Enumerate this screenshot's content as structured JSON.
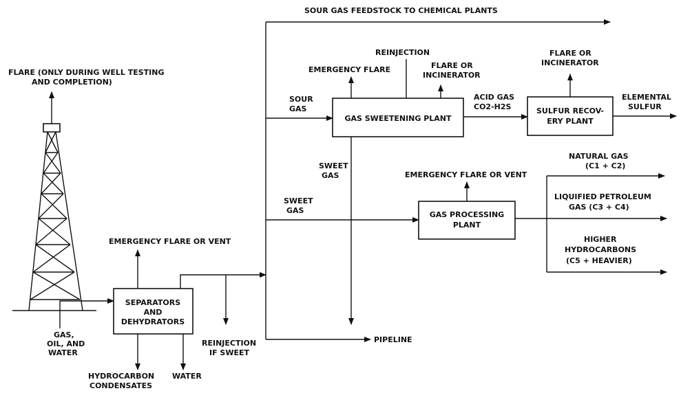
{
  "labels": {
    "sour_gas_feedstock": "SOUR GAS FEEDSTOCK TO CHEMICAL PLANTS",
    "flare_well_1": "FLARE (ONLY DURING WELL TESTING",
    "flare_well_2": "AND COMPLETION)",
    "reinjection_top": "REINJECTION",
    "emergency_flare": "EMERGENCY FLARE",
    "flare_incin_a_1": "FLARE OR",
    "flare_incin_a_2": "INCINERATOR",
    "flare_incin_b_1": "FLARE OR",
    "flare_incin_b_2": "INCINERATOR",
    "sour_gas_1": "SOUR",
    "sour_gas_2": "GAS",
    "acid_gas_1": "ACID GAS",
    "acid_gas_2": "CO2-H2S",
    "elemental_1": "ELEMENTAL",
    "elemental_2": "SULFUR",
    "natural_gas_1": "NATURAL GAS",
    "natural_gas_2": "(C1 + C2)",
    "sweet_gas_v_1": "SWEET",
    "sweet_gas_v_2": "GAS",
    "emergency_flare_vent_proc": "EMERGENCY FLARE OR VENT",
    "lpg_1": "LIQUIFIED PETROLEUM",
    "lpg_2": "GAS (C3 + C4)",
    "sweet_gas_h_1": "SWEET",
    "sweet_gas_h_2": "GAS",
    "higher_1": "HIGHER",
    "higher_2": "HYDROCARBONS",
    "higher_3": "(C5 + HEAVIER)",
    "emergency_flare_vent_sep": "EMERGENCY FLARE OR VENT",
    "gas_oil_water_1": "GAS,",
    "gas_oil_water_2": "OIL, AND",
    "gas_oil_water_3": "WATER",
    "reinjection_sweet_1": "REINJECTION",
    "reinjection_sweet_2": "IF SWEET",
    "pipeline": "PIPELINE",
    "hydrocarbon_1": "HYDROCARBON",
    "hydrocarbon_2": "CONDENSATES",
    "water": "WATER"
  },
  "boxes": {
    "sweetening": "GAS SWEETENING PLANT",
    "sulfur_1": "SULFUR RECOV-",
    "sulfur_2": "ERY PLANT",
    "processing_1": "GAS PROCESSING",
    "processing_2": "PLANT",
    "separators_1": "SEPARATORS",
    "separators_2": "AND",
    "separators_3": "DEHYDRATORS"
  }
}
